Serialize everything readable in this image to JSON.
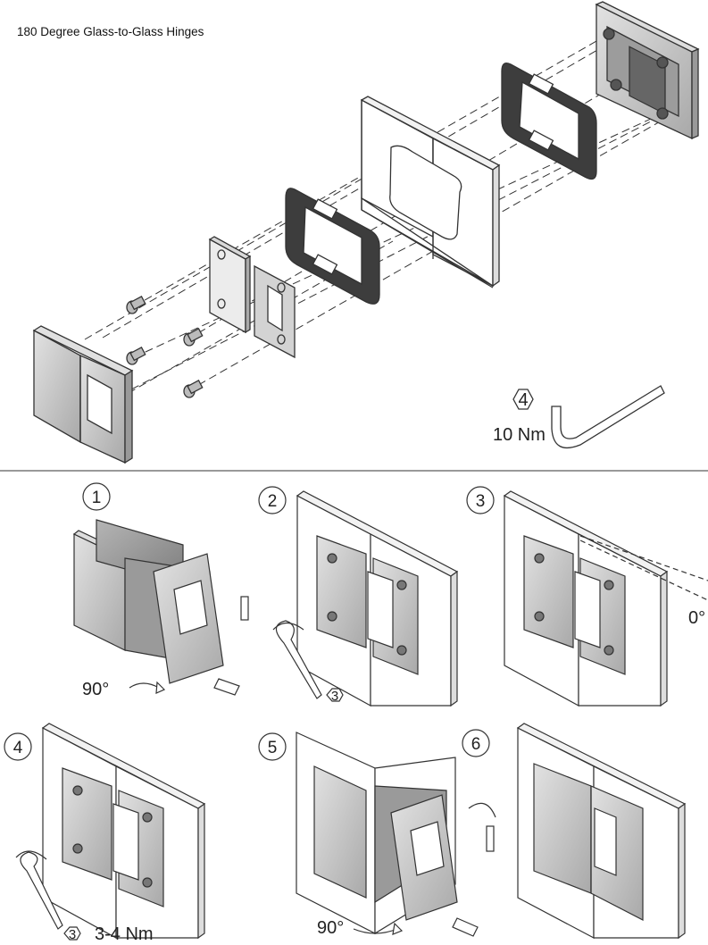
{
  "title": "180 Degree Glass-to-Glass Hinges",
  "exploded_view": {
    "tool_step": "4",
    "torque": "10 Nm"
  },
  "steps": {
    "s1": {
      "number": "1",
      "rotation": "90°"
    },
    "s2": {
      "number": "2",
      "tool": "3"
    },
    "s3": {
      "number": "3",
      "angle": "0°"
    },
    "s4": {
      "number": "4",
      "tool": "3",
      "torque": "3-4 Nm"
    },
    "s5": {
      "number": "5",
      "rotation": "90°"
    },
    "s6": {
      "number": "6"
    }
  },
  "colors": {
    "line": "#333333",
    "metal": "#c8c8c8",
    "metal_dark": "#8a8a8a",
    "gasket": "#444444",
    "glass": "#ffffff"
  }
}
